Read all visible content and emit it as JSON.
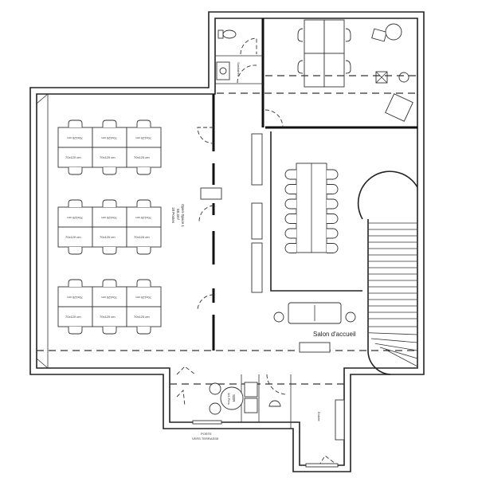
{
  "plan": {
    "desk_label": "70x120 cm",
    "open_space": {
      "name": "Open-Space 1",
      "area": "58.3m²",
      "seats": "18 Postes"
    },
    "sanitaires": "Sanitaires",
    "salon": "Salon d'accueil",
    "sdr": {
      "name": "SDR",
      "capacity": "3/4 Pers"
    },
    "terrace_door": {
      "line1": "PORTE",
      "line2": "VERS TERRASSE"
    },
    "entree": "Entrée"
  }
}
